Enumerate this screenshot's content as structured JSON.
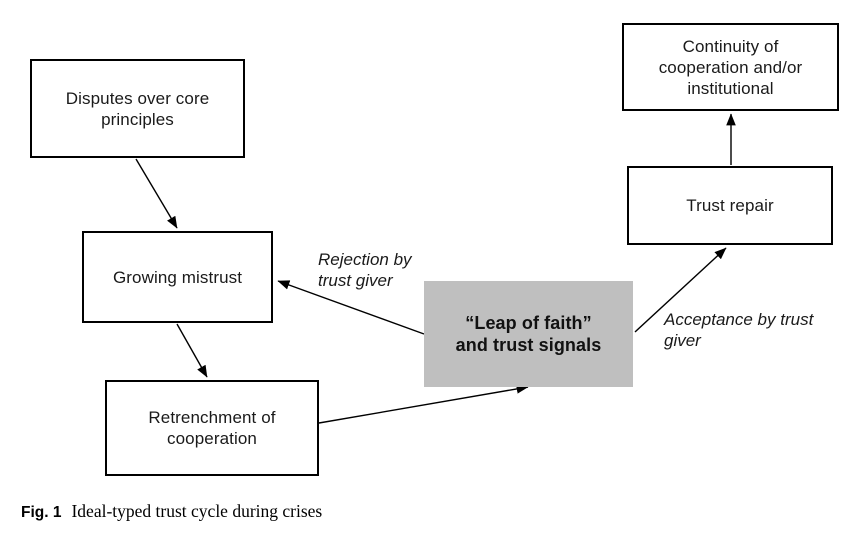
{
  "figure": {
    "caption_label": "Fig. 1",
    "caption_text": "Ideal-typed trust cycle during crises"
  },
  "colors": {
    "leap_box_fill": "#bfbfbf",
    "box_border": "#000000",
    "arrow": "#000000"
  },
  "nodes": {
    "disputes": {
      "lines": [
        "Disputes over core",
        "principles"
      ]
    },
    "growing_mistrust": {
      "lines": [
        "Growing mistrust"
      ]
    },
    "retrenchment": {
      "lines": [
        "Retrenchment of",
        "cooperation"
      ]
    },
    "leap_of_faith": {
      "lines": [
        "“Leap of faith”",
        "and trust signals"
      ]
    },
    "trust_repair": {
      "lines": [
        "Trust repair"
      ]
    },
    "continuity": {
      "lines": [
        "Continuity of",
        "cooperation and/or",
        "institutional"
      ]
    }
  },
  "edge_labels": {
    "rejection": {
      "lines": [
        "Rejection by",
        "trust giver"
      ]
    },
    "acceptance": {
      "lines": [
        "Acceptance by trust",
        "giver"
      ]
    }
  }
}
